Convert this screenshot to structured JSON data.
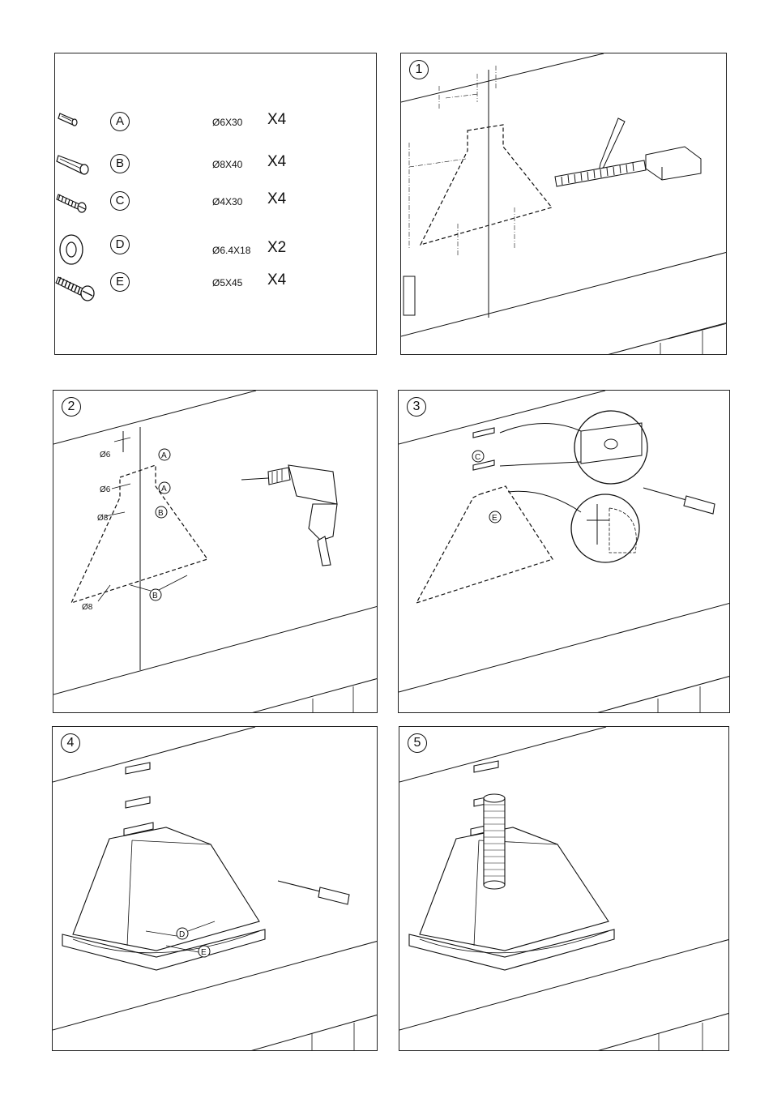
{
  "parts": [
    {
      "letter": "A",
      "size": "Ø6X30",
      "qty": "X4",
      "icon": "wall-plug-small-icon"
    },
    {
      "letter": "B",
      "size": "Ø8X40",
      "qty": "X4",
      "icon": "wall-plug-large-icon"
    },
    {
      "letter": "C",
      "size": "Ø4X30",
      "qty": "X4",
      "icon": "screw-small-icon"
    },
    {
      "letter": "D",
      "size": "Ø6.4X18",
      "qty": "X2",
      "icon": "washer-icon"
    },
    {
      "letter": "E",
      "size": "Ø5X45",
      "qty": "X4",
      "icon": "screw-large-icon"
    }
  ],
  "steps": [
    {
      "number": "1"
    },
    {
      "number": "2",
      "labels": {
        "d6_top": "Ø6",
        "d6_mid": "Ø6",
        "d8_top": "Ø8",
        "d8_bot": "Ø8",
        "a": "A",
        "b": "B"
      }
    },
    {
      "number": "3",
      "labels": {
        "c": "C",
        "e": "E"
      }
    },
    {
      "number": "4",
      "labels": {
        "d": "D",
        "e": "E"
      }
    },
    {
      "number": "5"
    }
  ]
}
